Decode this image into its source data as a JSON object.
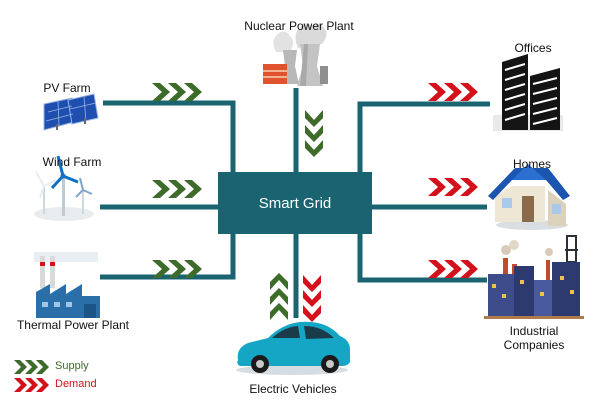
{
  "hub": {
    "label": "Smart Grid"
  },
  "sources": {
    "nuclear": "Nuclear Power Plant",
    "pv": "PV Farm",
    "wind": "Wind Farm",
    "thermal": "Thermal Power Plant"
  },
  "consumers": {
    "offices": "Offices",
    "homes": "Homes",
    "industrial_line1": "Industrial",
    "industrial_line2": "Companies",
    "ev": "Electric Vehicles"
  },
  "legend": {
    "supply": "Supply",
    "demand": "Demand"
  },
  "colors": {
    "line": "#196470",
    "hub": "#196470",
    "supply": "#3d6b2a",
    "demand": "#d4111b",
    "building": "#141414",
    "plant": "#2a6fa8"
  },
  "icons": {
    "nuclear": "nuclear-plant-icon",
    "pv": "solar-panel-icon",
    "wind": "wind-turbine-icon",
    "thermal": "factory-icon",
    "offices": "office-buildings-icon",
    "homes": "house-icon",
    "industrial": "industrial-plant-icon",
    "ev": "electric-car-icon"
  }
}
